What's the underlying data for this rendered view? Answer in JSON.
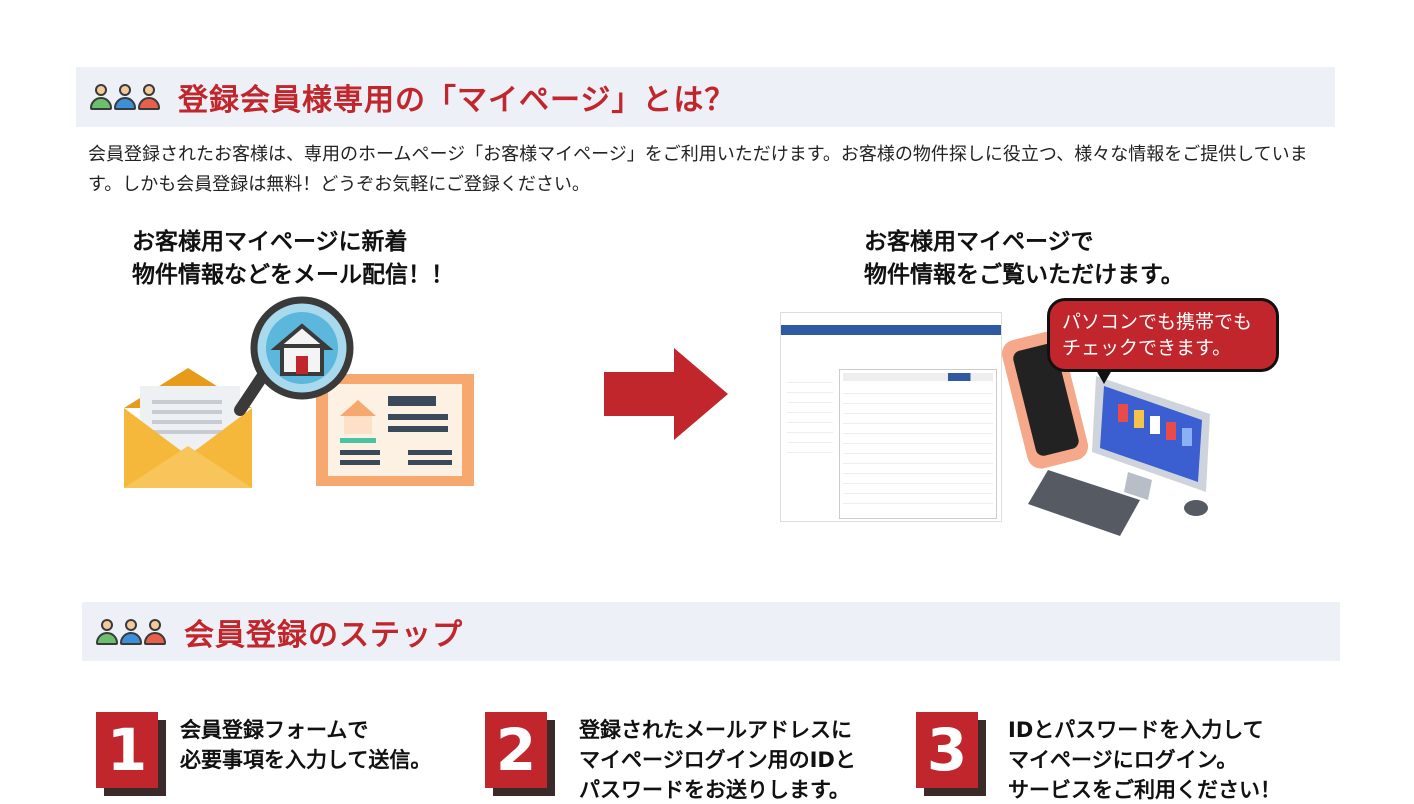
{
  "section1": {
    "title": "登録会員様専用の「マイページ」とは？",
    "intro": "会員登録されたお客様は、専用のホームページ「お客様マイページ」をご利用いただけます。お客様の物件探しに役立つ、様々な情報をご提供しています。しかも会員登録は無料！どうぞお気軽にご登録ください。",
    "left_caption": "お客様用マイページに新着\n物件情報などをメール配信！！",
    "right_caption": "お客様用マイページで\n物件情報をご覧いただけます。",
    "bubble": "パソコンでも携帯でも\nチェックできます。"
  },
  "section2": {
    "title": "会員登録のステップ",
    "steps": [
      {
        "number": "1",
        "text": "会員登録フォームで\n必要事項を入力して送信。"
      },
      {
        "number": "2",
        "text": "登録されたメールアドレスに\nマイページログイン用のIDと\nパスワードをお送りします。"
      },
      {
        "number": "3",
        "text": "IDとパスワードを入力して\nマイページにログイン。\nサービスをご利用ください！"
      }
    ]
  },
  "colors": {
    "accent": "#c0262b",
    "header_bg": "#edf0f7",
    "envelope": "#f5b83a",
    "card": "#f8b98d"
  },
  "icons": [
    "people-icon",
    "mail-envelope-icon",
    "magnifier-house-icon",
    "property-card-icon",
    "right-arrow-icon",
    "smartphone-icon",
    "desktop-pc-icon"
  ]
}
